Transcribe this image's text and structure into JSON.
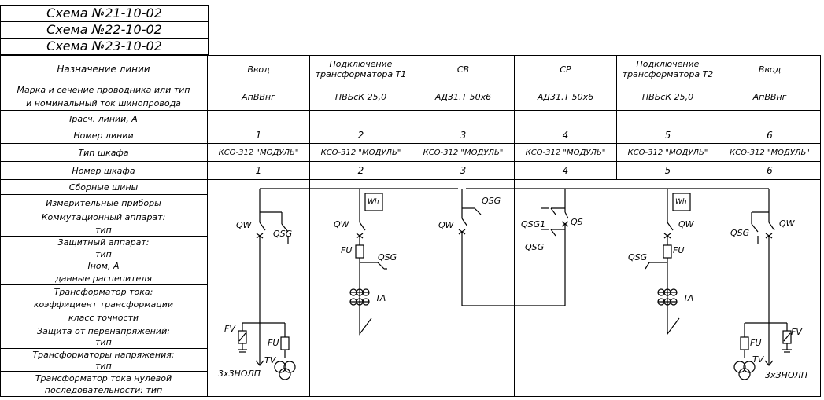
{
  "schemes": [
    "Схема №21-10-02",
    "Схема №22-10-02",
    "Схема №23-10-02"
  ],
  "row_labels": [
    "Назначение линии",
    "Марка и сечение проводника или тип",
    "и номинальный ток шинопровода",
    "Iрасч. линии, А",
    "Номер линии",
    "Тип шкафа",
    "Номер шкафа",
    "Сборные шины",
    "Измерительные приборы",
    "Коммутационный аппарат:",
    "тип",
    "Защитный аппарат:",
    "тип",
    "Iном, А",
    "данные расцепителя",
    "Трансформатор тока:",
    "коэффициент трансформации",
    "класс точности",
    "Защита от перенапряжений:",
    "тип",
    "Трансформаторы напряжения:",
    "тип",
    "Трансформатор тока нулевой",
    "последовательности: тип"
  ],
  "columns": [
    {
      "purpose": "Ввод",
      "conductor": "АпВВнг",
      "line": "1",
      "cabinet_type": "КСО-312 \"МОДУЛЬ\"",
      "cabinet_no": "1"
    },
    {
      "purpose": "Подключение трансформатора Т1",
      "conductor": "ПВБсК 25,0",
      "line": "2",
      "cabinet_type": "КСО-312 \"МОДУЛЬ\"",
      "cabinet_no": "2"
    },
    {
      "purpose": "СВ",
      "conductor": "АД31.Т 50х6",
      "line": "3",
      "cabinet_type": "КСО-312 \"МОДУЛЬ\"",
      "cabinet_no": "3"
    },
    {
      "purpose": "СР",
      "conductor": "АД31.Т 50х6",
      "line": "4",
      "cabinet_type": "КСО-312 \"МОДУЛЬ\"",
      "cabinet_no": "4"
    },
    {
      "purpose": "Подключение трансформатора Т2",
      "conductor": "ПВБсК 25,0",
      "line": "5",
      "cabinet_type": "КСО-312 \"МОДУЛЬ\"",
      "cabinet_no": "5"
    },
    {
      "purpose": "Ввод",
      "conductor": "АпВВнг",
      "line": "6",
      "cabinet_type": "КСО-312 \"МОДУЛЬ\"",
      "cabinet_no": "6"
    }
  ],
  "labels": {
    "qw": "QW",
    "qsg": "QSG",
    "qsg1": "QSG1",
    "qs": "QS",
    "fu": "FU",
    "ta": "TA",
    "fv": "FV",
    "tv": "TV",
    "wh": "Wh",
    "zno": "3хЗНОЛП"
  }
}
